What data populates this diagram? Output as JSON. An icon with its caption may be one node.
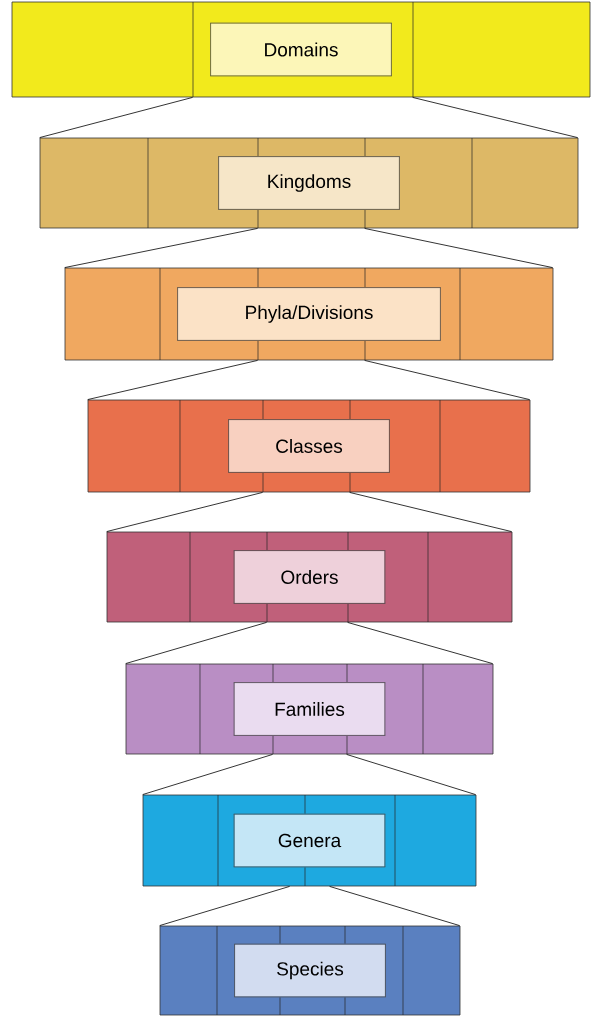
{
  "diagram": {
    "nodes": [
      {
        "text": [
          "Domains"
        ]
      },
      {
        "text": [
          "Kingdoms"
        ]
      },
      {
        "text": [
          "Phyla/Divisions"
        ]
      },
      {
        "text": [
          "Classes"
        ]
      },
      {
        "text": [
          "Orders"
        ]
      },
      {
        "text": [
          "Families"
        ]
      },
      {
        "text": [
          "Genera"
        ]
      },
      {
        "text": [
          "Species"
        ]
      }
    ],
    "edges": [
      {
        "from": 0,
        "to": 1,
        "arrow": "none"
      },
      {
        "from": 0,
        "to": 1,
        "arrow": "none"
      },
      {
        "from": 1,
        "to": 2,
        "arrow": "none"
      },
      {
        "from": 1,
        "to": 2,
        "arrow": "none"
      },
      {
        "from": 2,
        "to": 3,
        "arrow": "none"
      },
      {
        "from": 2,
        "to": 3,
        "arrow": "none"
      },
      {
        "from": 3,
        "to": 4,
        "arrow": "none"
      },
      {
        "from": 3,
        "to": 4,
        "arrow": "none"
      },
      {
        "from": 4,
        "to": 5,
        "arrow": "none"
      },
      {
        "from": 4,
        "to": 5,
        "arrow": "none"
      },
      {
        "from": 5,
        "to": 6,
        "arrow": "none"
      },
      {
        "from": 5,
        "to": 6,
        "arrow": "none"
      },
      {
        "from": 6,
        "to": 7,
        "arrow": "none"
      },
      {
        "from": 6,
        "to": 7,
        "arrow": "none"
      }
    ]
  }
}
